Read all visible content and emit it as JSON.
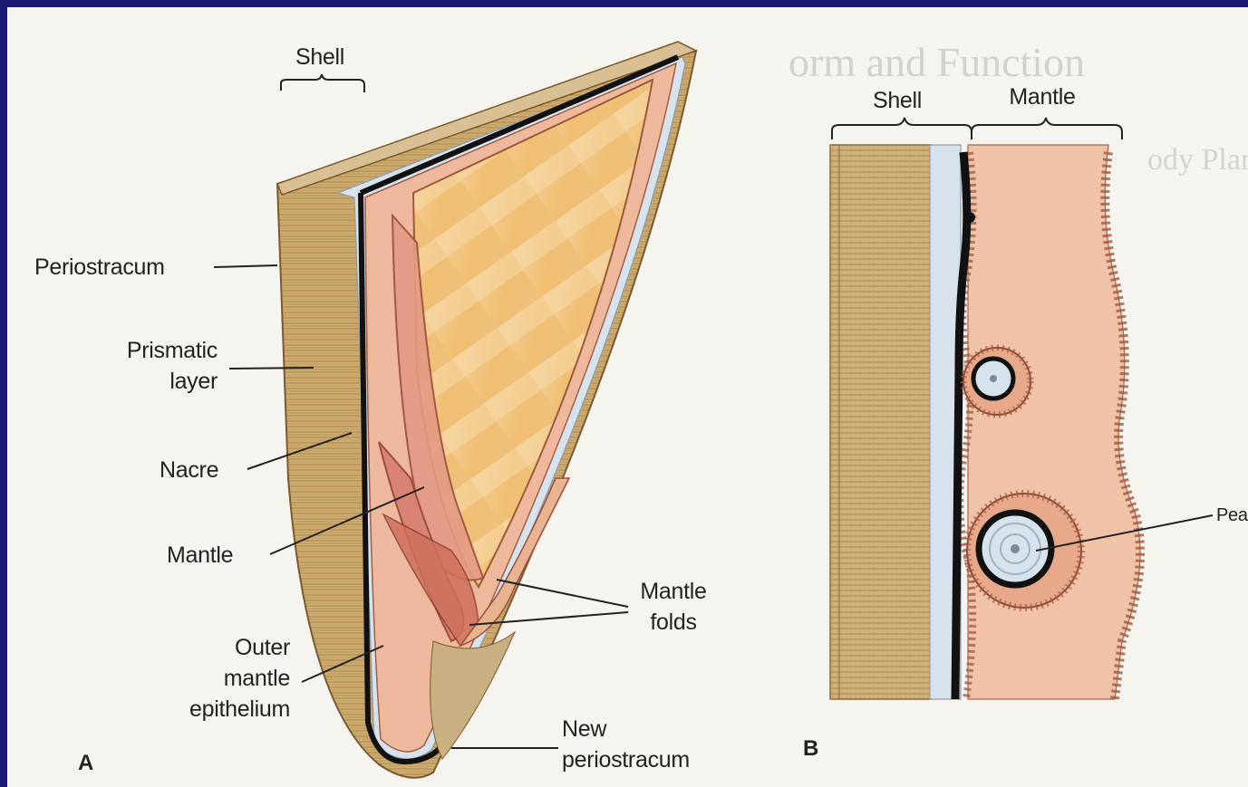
{
  "figure": {
    "panel_a": {
      "letter": "A",
      "labels": {
        "shell": "Shell",
        "periostracum": "Periostracum",
        "prismatic_layer": [
          "Prismatic",
          "layer"
        ],
        "nacre": "Nacre",
        "mantle": "Mantle",
        "outer_mantle_epithelium": [
          "Outer",
          "mantle",
          "epithelium"
        ],
        "mantle_folds": [
          "Mantle",
          "folds"
        ],
        "new_periostracum": [
          "New",
          "periostracum"
        ]
      }
    },
    "panel_b": {
      "letter": "B",
      "labels": {
        "shell": "Shell",
        "mantle": "Mantle",
        "pearl": "Pea"
      }
    }
  },
  "background_page": {
    "heading": "orm and Function",
    "subheading": "ody Plan"
  },
  "colors": {
    "frame": "#1a1a70",
    "paper": "#f6f4ef",
    "prismatic": "#c9a565",
    "nacre": "#d6e3ec",
    "mantle": "#f0c3a8",
    "periostracum_line": "#111111",
    "interior": "#f2c478"
  }
}
